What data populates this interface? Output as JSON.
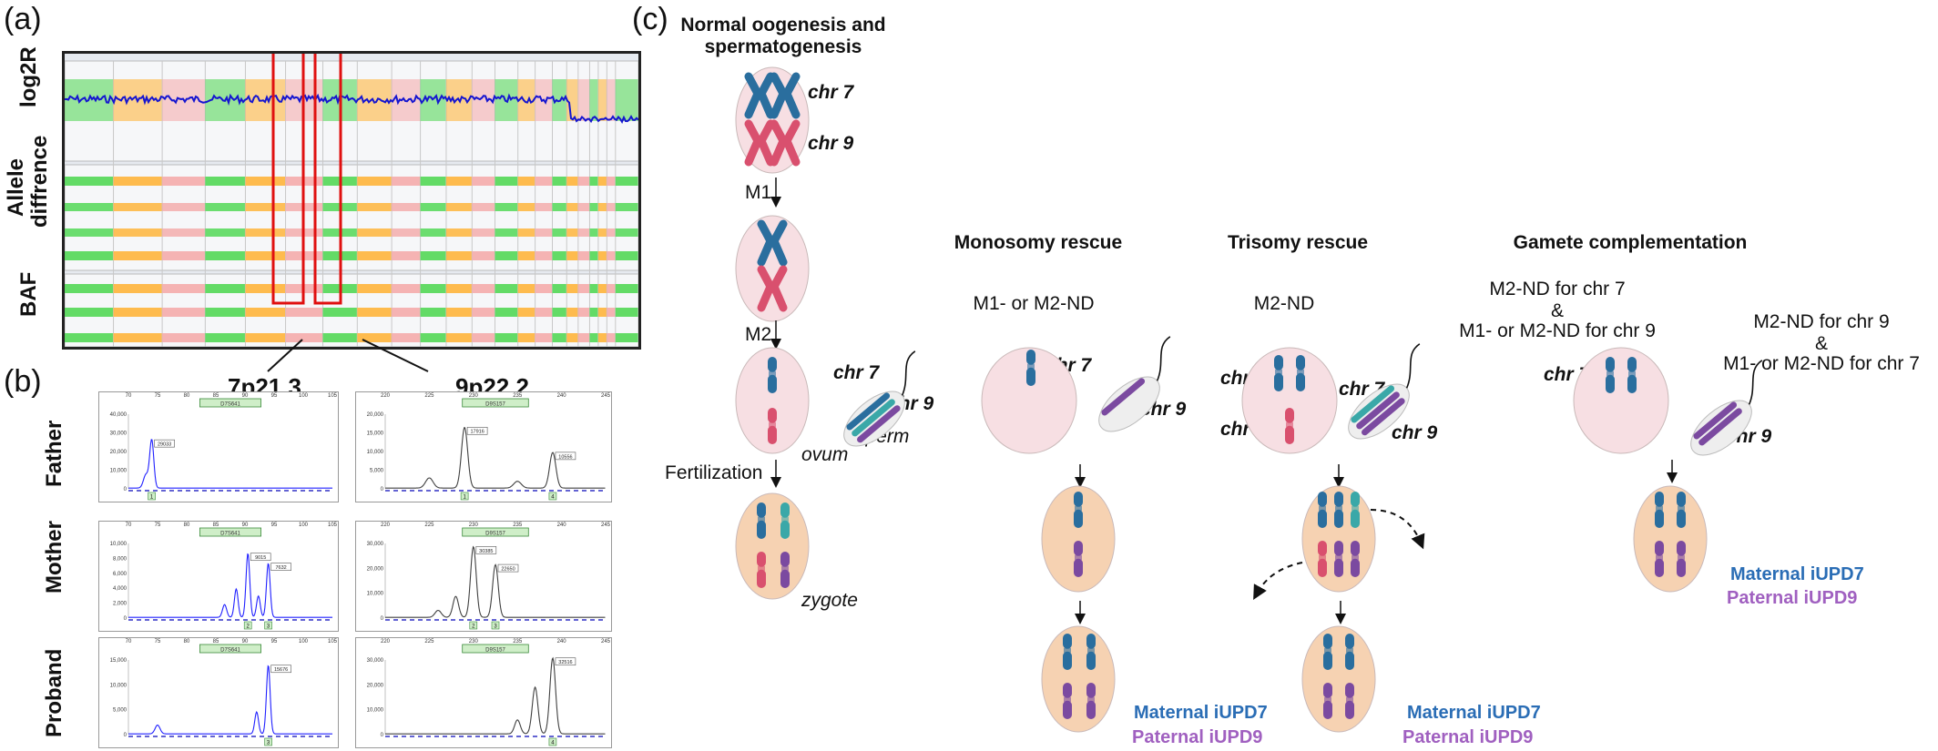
{
  "panels": {
    "a": "(a)",
    "b": "(b)",
    "c": "(c)"
  },
  "panel_a": {
    "rows": [
      "log2R",
      "Allele\ndiffrence",
      "BAF"
    ],
    "row_a": "log2R",
    "row_b1": "Allele",
    "row_b2": "diffrence",
    "row_c": "BAF"
  },
  "panel_b": {
    "loci": [
      "7p21.3",
      "9p22.2"
    ],
    "rows": [
      "Father",
      "Mother",
      "Proband"
    ],
    "markers": [
      "D7S641",
      "D9S157"
    ],
    "chart_data": [
      {
        "type": "line",
        "row": "Father",
        "marker": "D7S641",
        "xlim": [
          70,
          105
        ],
        "x_ticks": [
          70,
          75,
          80,
          85,
          90,
          95,
          100,
          105
        ],
        "ylim": [
          0,
          45000
        ],
        "y_ticks": [
          "40,000",
          "30,000",
          "20,000",
          "10,000",
          "0"
        ],
        "peak_labels": [
          "29033"
        ],
        "alleles": [
          "1"
        ]
      },
      {
        "type": "line",
        "row": "Father",
        "marker": "D9S157",
        "xlim": [
          220,
          245
        ],
        "x_ticks": [
          220,
          225,
          230,
          235,
          240,
          245
        ],
        "ylim": [
          0,
          22000
        ],
        "y_ticks": [
          "20,000",
          "15,000",
          "10,000",
          "5,000",
          "0"
        ],
        "peak_labels": [
          "17916",
          "10556"
        ],
        "alleles": [
          "1",
          "4"
        ]
      },
      {
        "type": "line",
        "row": "Mother",
        "marker": "D7S641",
        "xlim": [
          70,
          105
        ],
        "x_ticks": [
          70,
          75,
          80,
          85,
          90,
          95,
          100,
          105
        ],
        "ylim": [
          0,
          10500
        ],
        "y_ticks": [
          "10,000",
          "8,000",
          "6,000",
          "4,000",
          "2,000",
          "0"
        ],
        "peak_labels": [
          "9015",
          "7632"
        ],
        "alleles": [
          "2",
          "3"
        ]
      },
      {
        "type": "line",
        "row": "Mother",
        "marker": "D9S157",
        "xlim": [
          220,
          245
        ],
        "x_ticks": [
          220,
          225,
          230,
          235,
          240,
          245
        ],
        "ylim": [
          0,
          32000
        ],
        "y_ticks": [
          "30,000",
          "20,000",
          "10,000",
          "0"
        ],
        "peak_labels": [
          "30385",
          "22650"
        ],
        "alleles": [
          "2",
          "3"
        ]
      },
      {
        "type": "line",
        "row": "Proband",
        "marker": "D7S641",
        "xlim": [
          70,
          105
        ],
        "x_ticks": [
          70,
          75,
          80,
          85,
          90,
          95,
          100,
          105
        ],
        "ylim": [
          0,
          17000
        ],
        "y_ticks": [
          "15,000",
          "10,000",
          "5,000",
          "0"
        ],
        "peak_labels": [
          "15676"
        ],
        "alleles": [
          "3"
        ]
      },
      {
        "type": "line",
        "row": "Proband",
        "marker": "D9S157",
        "xlim": [
          220,
          245
        ],
        "x_ticks": [
          220,
          225,
          230,
          235,
          240,
          245
        ],
        "ylim": [
          0,
          32000
        ],
        "y_ticks": [
          "30,000",
          "20,000",
          "10,000",
          "0"
        ],
        "peak_labels": [
          "32516"
        ],
        "alleles": [
          "4"
        ]
      }
    ]
  },
  "panel_c": {
    "normal_title_1": "Normal oogenesis and",
    "normal_title_2": "spermatogenesis",
    "chr7": "chr 7",
    "chr9": "chr 9",
    "m1": "M1",
    "m2": "M2",
    "fertilization": "Fertilization",
    "ovum": "ovum",
    "sperm": "sperm",
    "zygote": "zygote",
    "mono_title": "Monosomy rescue",
    "mono_sub": "M1- or M2-ND",
    "tri_title": "Trisomy rescue",
    "tri_sub": "M2-ND",
    "gc_title": "Gamete complementation",
    "gc_sub1_a": "M2-ND for chr 7",
    "gc_sub1_b": "&",
    "gc_sub1_c": "M1- or M2-ND for chr 9",
    "gc_sub2_a": "M2-ND for chr 9",
    "gc_sub2_b": "&",
    "gc_sub2_c": "M1- or M2-ND for chr 7",
    "mat": "Maternal iUPD7",
    "pat": "Paternal iUPD9"
  },
  "colors": {
    "blue_chr": "#2a6e9e",
    "red_chr": "#d9506e",
    "teal_chr": "#3aa8a8",
    "purple_chr": "#7b4aa0",
    "ovum_fill": "#f7dfe3",
    "zygote_fill": "#f6d2b2",
    "sperm_fill": "#eeeeee",
    "log_green": "#49d64c",
    "log_orange": "#ffb030",
    "log_pink": "#f4a7a7",
    "log_blue": "#1515d0",
    "highlight": "#e01010"
  }
}
